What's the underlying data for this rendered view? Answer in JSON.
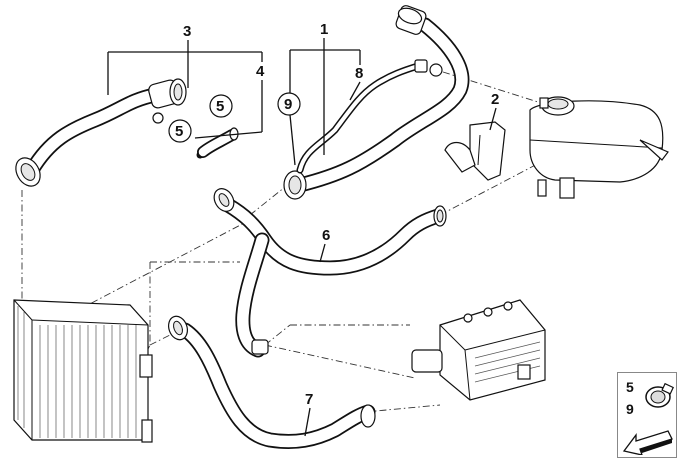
{
  "callouts": {
    "n3": "3",
    "n4": "4",
    "n5a": "5",
    "n5b": "5",
    "n1": "1",
    "n8": "8",
    "n9": "9",
    "n2": "2",
    "n6": "6",
    "n7": "7"
  },
  "legend": {
    "num_top": "5",
    "num_bottom": "9",
    "icon": "hose-clamp-icon",
    "arrow": "direction-arrow-icon"
  }
}
